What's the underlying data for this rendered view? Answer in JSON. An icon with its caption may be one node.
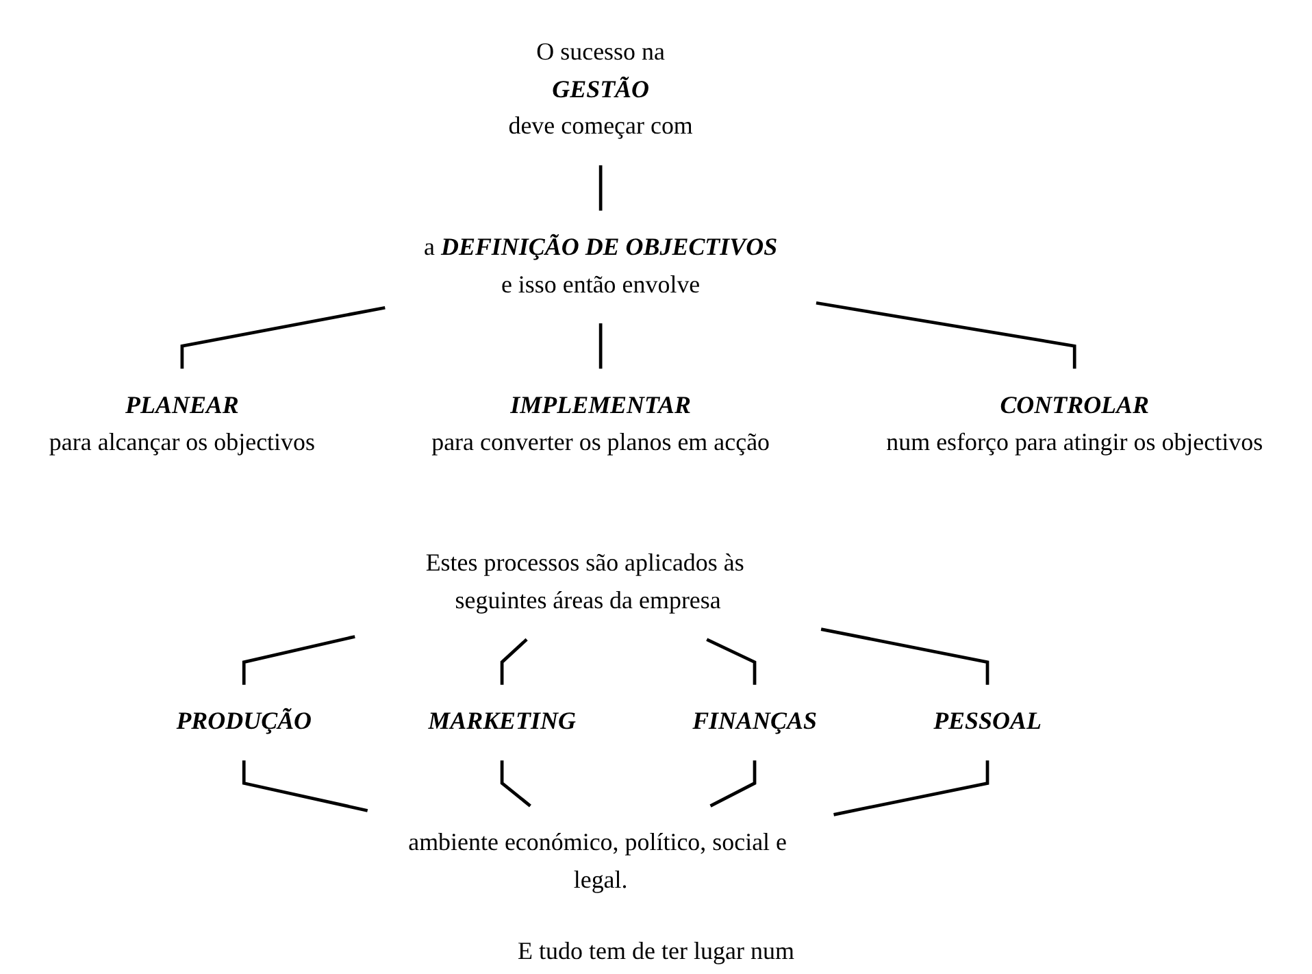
{
  "diagram": {
    "nodes": [
      {
        "text": [
          "O sucesso na",
          "GESTÃO",
          "deve começar com"
        ]
      },
      {
        "text": [
          "a **DEFINIÇÃO DE OBJECTIVOS**",
          "e isso então envolve"
        ]
      },
      {
        "text": [
          "PLANEAR",
          "para alcançar os objectivos"
        ]
      },
      {
        "text": [
          "IMPLEMENTAR",
          "para converter os planos em acção"
        ]
      },
      {
        "text": [
          "CONTROLAR",
          "num esforço para atingir os objectivos"
        ]
      },
      {
        "text": [
          "Estes processos são aplicados às seguintes áreas da empresa"
        ]
      },
      {
        "text": [
          "PRODUÇÃO"
        ]
      },
      {
        "text": [
          "MARKETING"
        ]
      },
      {
        "text": [
          "FINANÇAS"
        ]
      },
      {
        "text": [
          "PESSOAL"
        ]
      },
      {
        "text": [
          "ambiente económico, político, social e legal."
        ]
      }
    ],
    "edges": [
      {
        "from": 0,
        "to": 1,
        "arrow": "none"
      },
      {
        "from": 1,
        "to": 2,
        "arrow": "none"
      },
      {
        "from": 1,
        "to": 3,
        "arrow": "none"
      },
      {
        "from": 1,
        "to": 4,
        "arrow": "none"
      },
      {
        "from": 5,
        "to": 6,
        "arrow": "none"
      },
      {
        "from": 5,
        "to": 7,
        "arrow": "none"
      },
      {
        "from": 5,
        "to": 8,
        "arrow": "none"
      },
      {
        "from": 5,
        "to": 9,
        "arrow": "none"
      },
      {
        "from": 6,
        "to": 10,
        "arrow": "none"
      },
      {
        "from": 7,
        "to": 10,
        "arrow": "none"
      },
      {
        "from": 8,
        "to": 10,
        "arrow": "none"
      },
      {
        "from": 9,
        "to": 10,
        "arrow": "none"
      }
    ],
    "labels": [
      "E tudo tem de ter lugar num"
    ]
  }
}
